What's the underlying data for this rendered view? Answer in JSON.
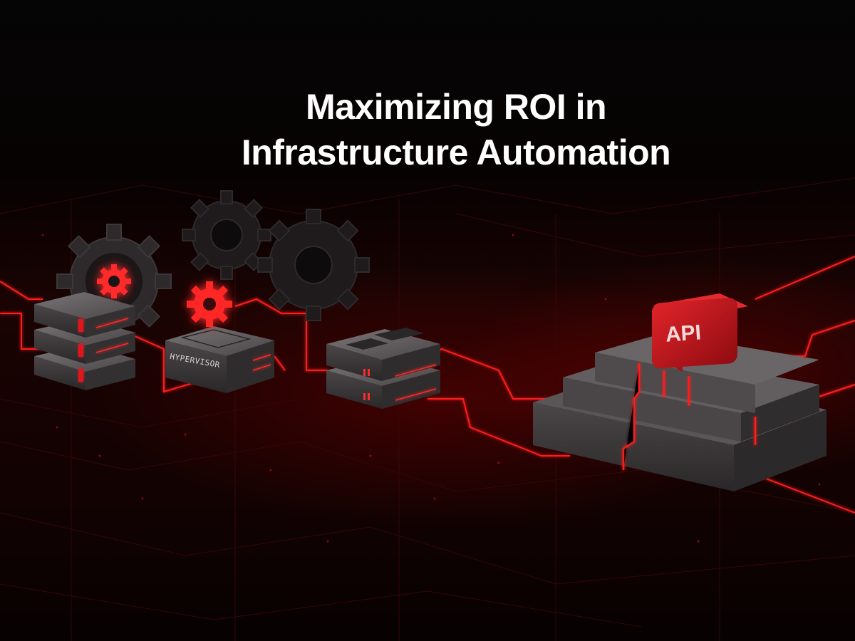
{
  "title": {
    "line1": "Maximizing ROI in",
    "line2": "Infrastructure Automation"
  },
  "illustration": {
    "hypervisor_label": "HYPERVISOR",
    "api_label": "API",
    "icons": [
      "gear-icon",
      "server-stack-icon",
      "hypervisor-box-icon",
      "storage-server-icon",
      "api-platform-icon",
      "circuit-lines"
    ],
    "colors": {
      "background": "#050505",
      "accent_red": "#e0141a",
      "glow_red": "#ff2a2a",
      "metal_gray": "#5a5657",
      "api_block": "#c8161d",
      "title_text": "#ffffff"
    }
  }
}
